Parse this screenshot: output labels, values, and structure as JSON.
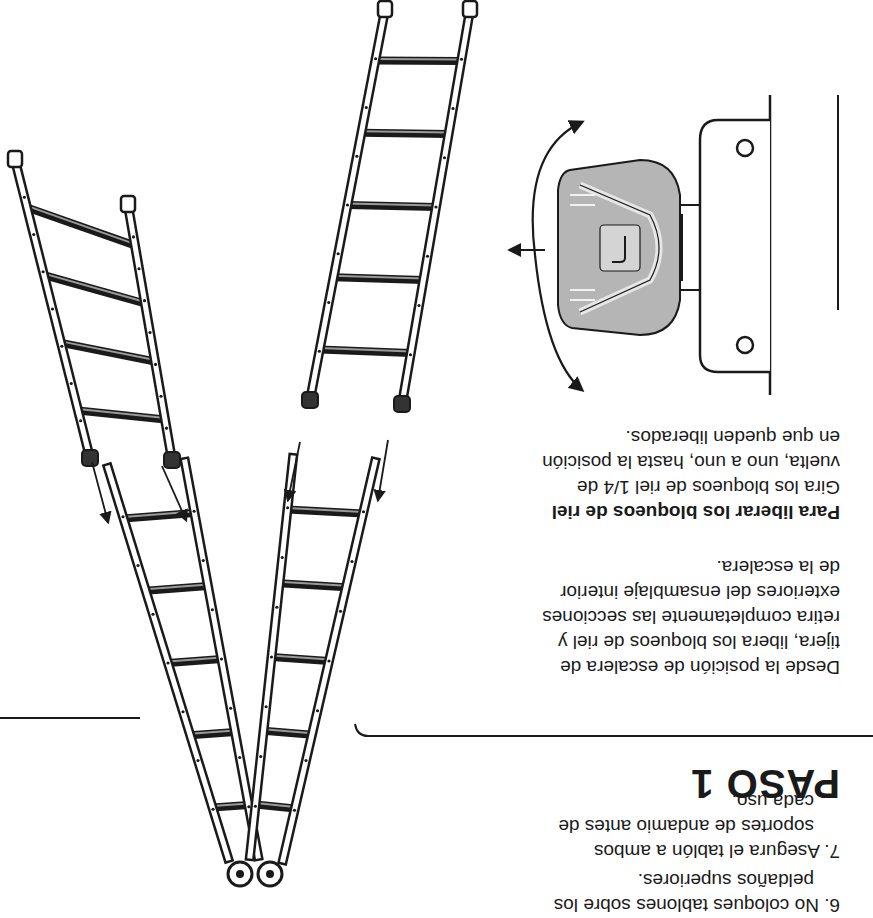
{
  "diagram": {
    "title": "PASO 1",
    "labels": [
      "6. No coloques tablones sobre los peldaños superiores.",
      "7. Asegura el tablón a ambos soportes de andamio antes de cada uso.",
      "Desde la posición de escalera de tijera, libera los bloqueos de riel y retira completamente las secciones exteriores del ensamblaje interior de la escalera.",
      "Para liberar los bloqueos de riel",
      "Gira los bloqueos de riel 1/4 de vuelta, uno a uno, hasta la posición en que queden liberados."
    ]
  }
}
